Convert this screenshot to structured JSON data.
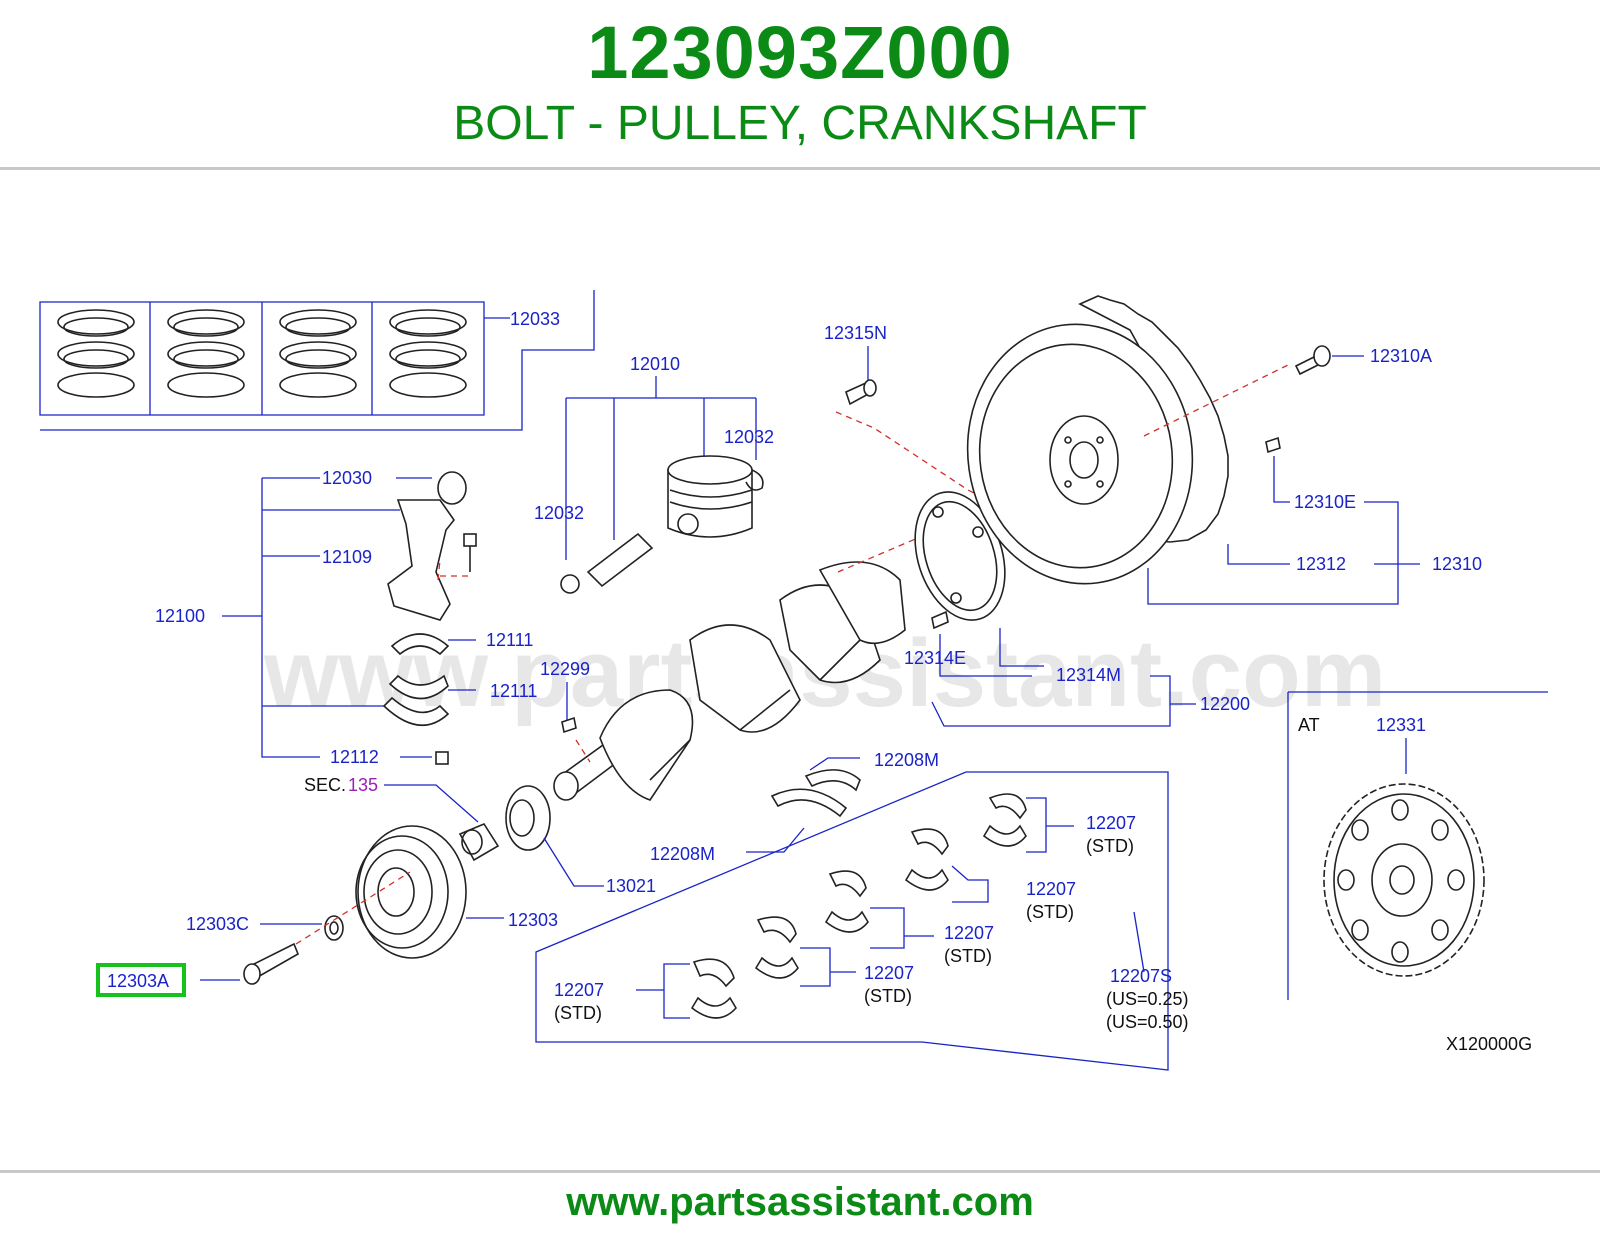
{
  "header": {
    "part_number": "123093Z000",
    "description": "BOLT - PULLEY, CRANKSHAFT"
  },
  "footer": {
    "url": "www.partsassistant.com"
  },
  "watermark": "www.partsassistant.com",
  "colors": {
    "brand_green": "#0b8a16",
    "label_blue": "#1a23c8",
    "highlight": "#18c21e",
    "sec_purple": "#9b1fb5"
  },
  "diagram": {
    "code": "X120000G",
    "at_label": "AT",
    "sec_prefix": "SEC.",
    "sec_number": "135",
    "labels": {
      "p12033": "12033",
      "p12010": "12010",
      "p12032a": "12032",
      "p12032b": "12032",
      "p12030": "12030",
      "p12109": "12109",
      "p12100": "12100",
      "p12111a": "12111",
      "p12111b": "12111",
      "p12112": "12112",
      "p12299": "12299",
      "p12315N": "12315N",
      "p12310A": "12310A",
      "p12310E": "12310E",
      "p12312": "12312",
      "p12310": "12310",
      "p12314E": "12314E",
      "p12314M": "12314M",
      "p12200": "12200",
      "p12331": "12331",
      "p12208Ma": "12208M",
      "p12208Mb": "12208M",
      "p13021": "13021",
      "p12303": "12303",
      "p12303C": "12303C",
      "p12303A": "12303A",
      "p12207a": "12207",
      "p12207b": "12207",
      "p12207c": "12207",
      "p12207d": "12207",
      "p12207e": "12207",
      "p12207S": "12207S",
      "std": "(STD)",
      "us025": "(US=0.25)",
      "us050": "(US=0.50)"
    }
  }
}
